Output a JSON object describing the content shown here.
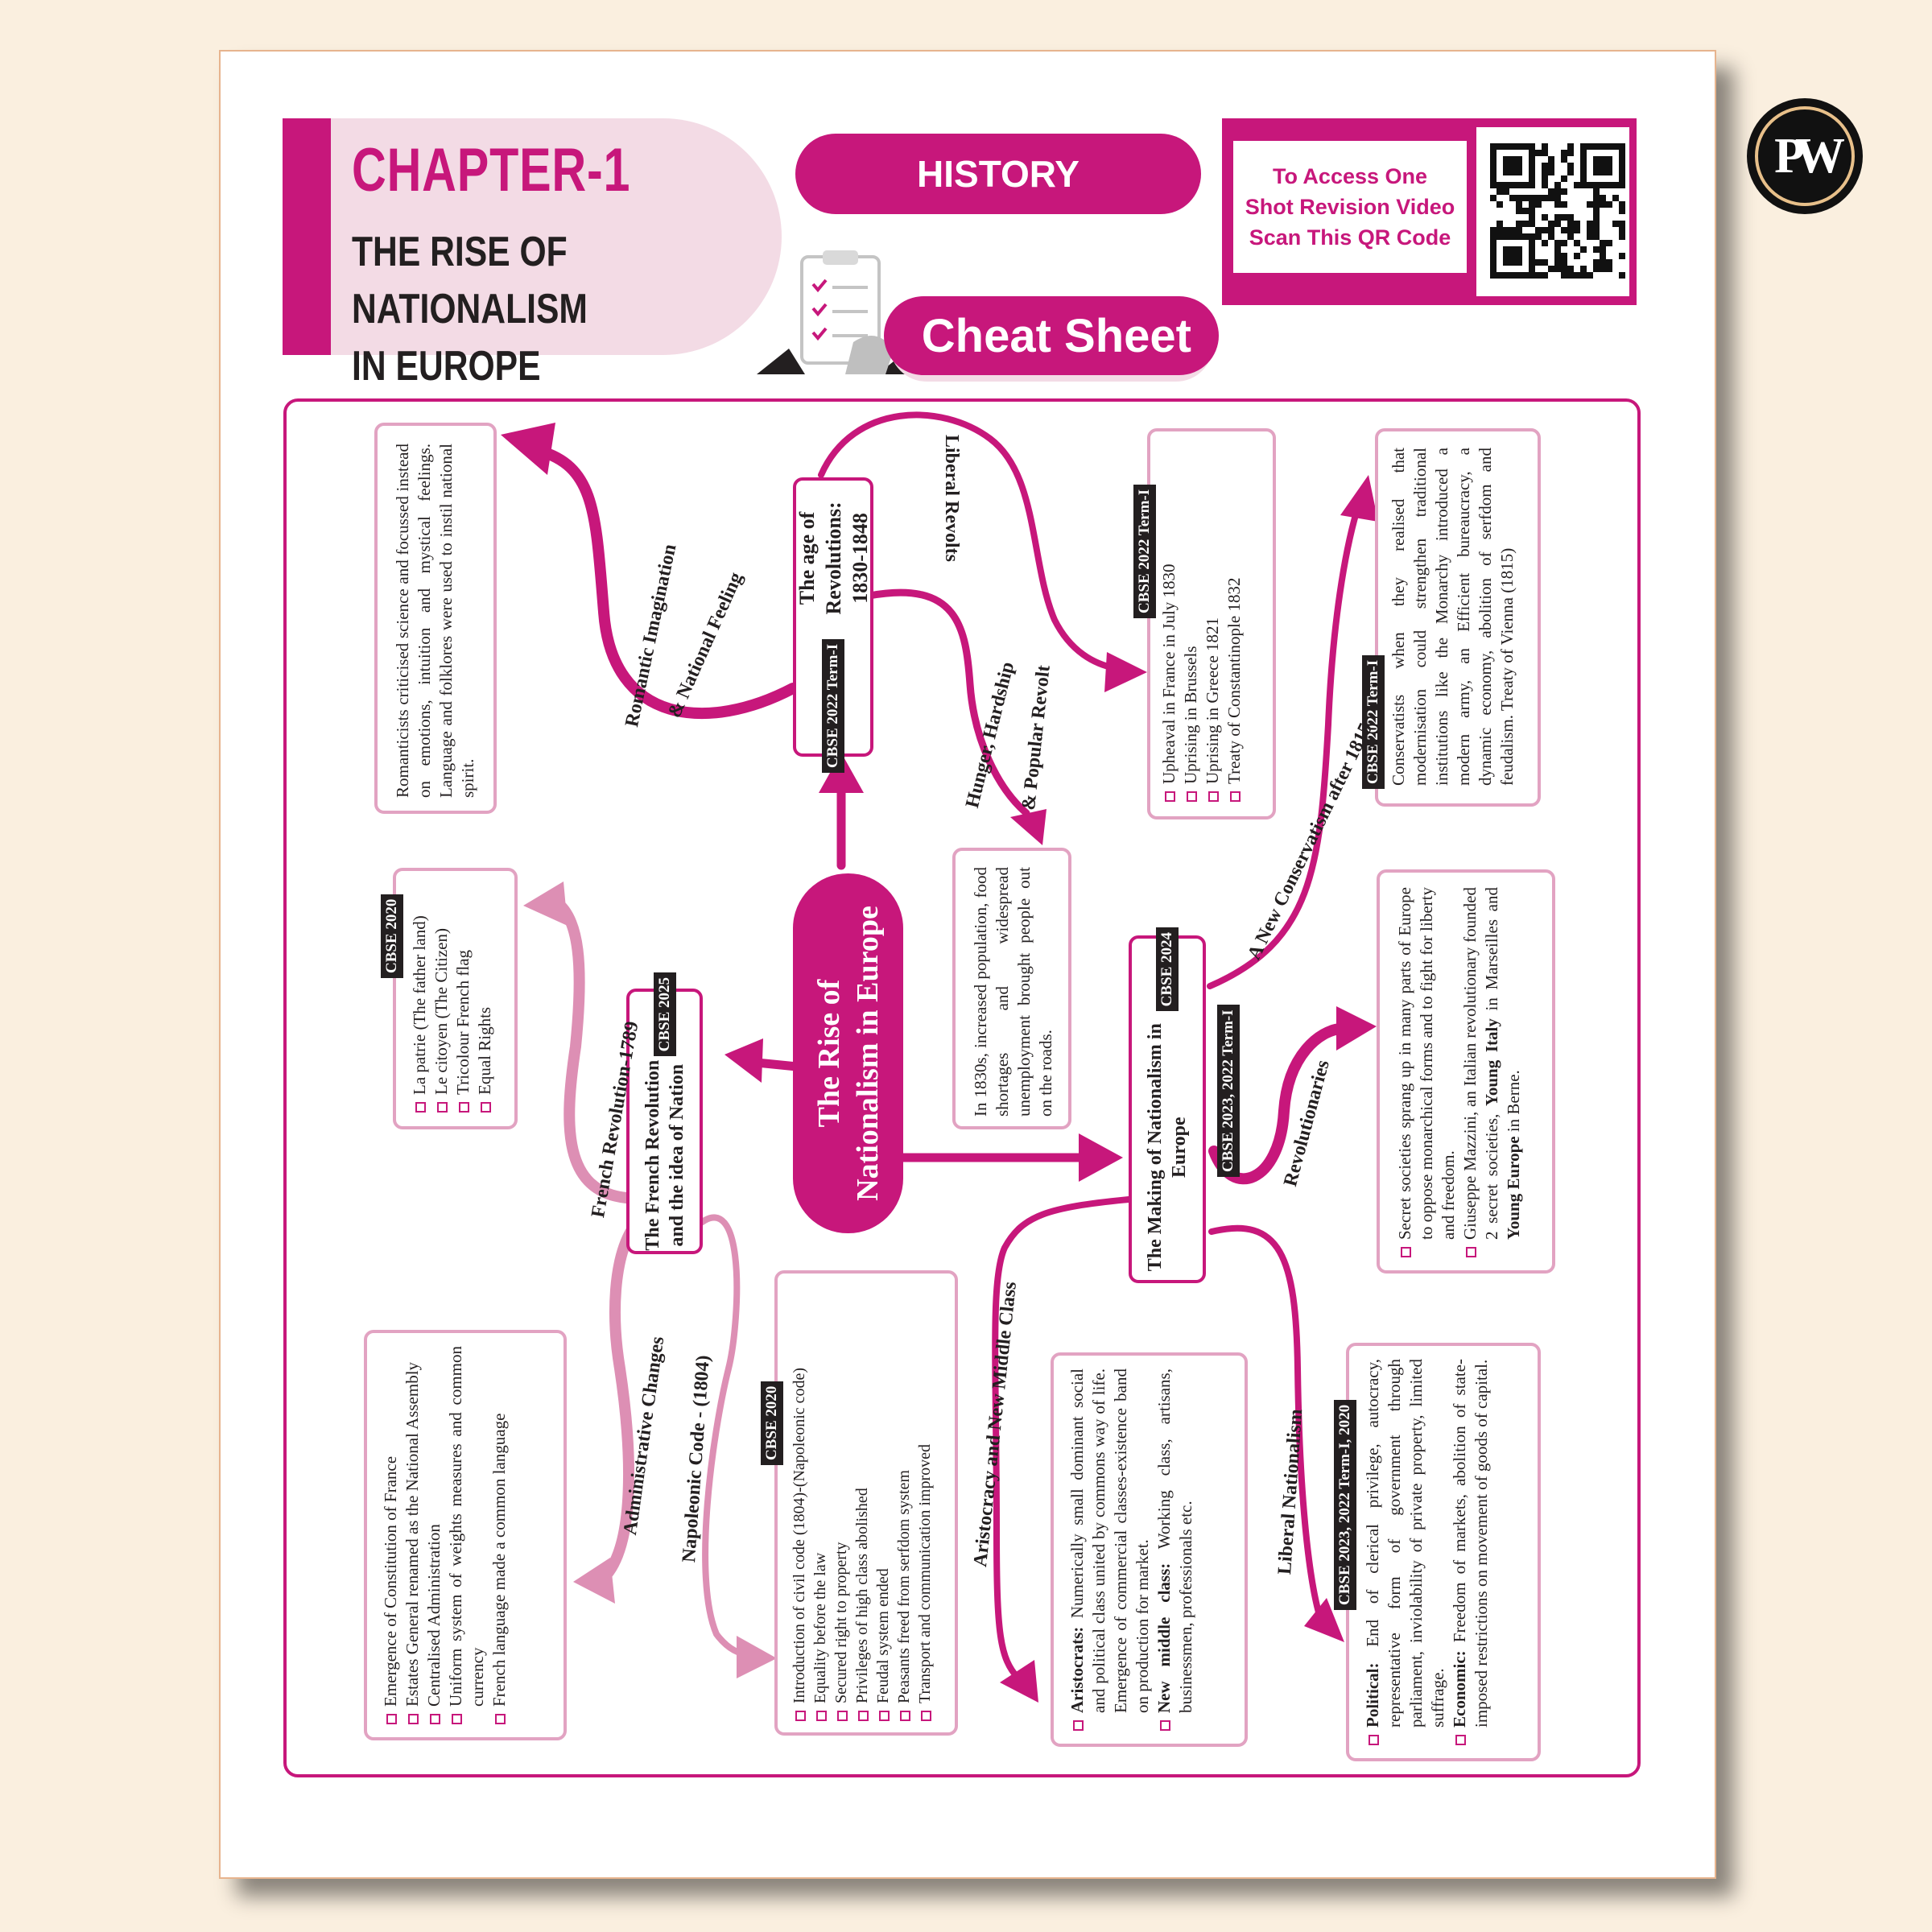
{
  "header": {
    "chapter": "CHAPTER-1",
    "chapter_title_line1": "THE RISE OF NATIONALISM",
    "chapter_title_line2": "IN EUROPE",
    "subject": "HISTORY",
    "cheat_sheet": "Cheat Sheet",
    "qr_text": [
      "To Access One",
      "Shot Revision Video",
      "Scan This QR Code"
    ],
    "logo": "PW",
    "brand_color": "#c7177b",
    "light_color": "#f3dbe5"
  },
  "center": {
    "title_line1": "The Rise of",
    "title_line2": "Nationalism in Europe"
  },
  "age": {
    "tag": "CBSE 2022 Term-I",
    "title_line1": "The age of Revolutions:",
    "title_line2": "1830-1848"
  },
  "french": {
    "tag": "CBSE 2025",
    "title_line1": "The French Revolution",
    "title_line2": "and the idea of Nation"
  },
  "making": {
    "tag": "CBSE 2024",
    "title_line1": "The Making of Nationalism in",
    "title_line2": "Europe"
  },
  "romantic": {
    "text": "Romanticists criticised science and focussed instead on emotions, intuition and mystical feelings. Language and folklores were used to instil national spirit."
  },
  "liberal_revolts": {
    "tag": "CBSE 2022 Term-I",
    "items": [
      "Upheaval in France in July 1830",
      "Uprising in Brussels",
      "Uprising in Greece 1821",
      "Treaty of Constantinople 1832"
    ]
  },
  "conservatism": {
    "tag": "CBSE 2022 Term-I",
    "text": "Conservatists when they realised that modernisation could strengthen traditional institutions like the Monarchy introduced a modern army, an Efficient bureaucracy, a dynamic economy, abolition of serfdom and feudalism. Treaty of Vienna (1815)"
  },
  "hunger": {
    "text": "In 1830s, increased population, food shortages and widespread unemployment brought people out on the roads."
  },
  "patrie": {
    "tag": "CBSE 2020",
    "items": [
      "La patrie (The father land)",
      "Le citoyen (The Citizen)",
      "Tricolour French flag",
      "Equal Rights"
    ]
  },
  "revolutionaries": {
    "item1": "Secret societies sprang up in many parts of Europe to oppose monarchical forms and to fight for liberty and freedom.",
    "item2_a": "Giuseppe Mazzini, an Italian revolutionary founded 2 secret societies, ",
    "item2_b": "Young Italy",
    "item2_c": " in Marseilles and ",
    "item2_d": "Young Europe",
    "item2_e": " in Berne."
  },
  "admin": {
    "items": [
      "Emergence of Constitution of France",
      "Estates General renamed as the National Assembly",
      "Centralised Administration",
      "Uniform system of weights measures and common currency",
      "French language made a common language"
    ]
  },
  "napoleon": {
    "tag": "CBSE 2020",
    "items": [
      "Introduction of civil code (1804)-(Napoleonic code)",
      "Equality before the law",
      "Secured right to property",
      "Privileges of high class abolished",
      "Feudal system ended",
      "Peasants freed from serfdom system",
      "Transport and communication improved"
    ]
  },
  "aristocracy": {
    "a_label": "Aristocrats:",
    "a_text": " Numerically small dominant social and political class united by commons way of life. Emergence of commercial classes-existence band on production for market.",
    "b_label": "New middle class:",
    "b_text": " Working class, artisans, businessmen, professionals etc."
  },
  "liberal_nat": {
    "tag": "CBSE 2023, 2022 Term-I, 2020",
    "a_label": "Political:",
    "a_text": " End of clerical privilege, autocracy, representative form of government through parliament, inviolability of private property, limited suffrage.",
    "b_label": "Economic:",
    "b_text": " Freedom of markets, abolition of state-imposed restrictions on movement of goods of capital."
  },
  "labels": {
    "romantic": "Romantic Imagination",
    "national": "& National Feeling",
    "liberal_revolts": "Liberal Revolts",
    "hunger": "Hunger, Hardship",
    "popular": "& Popular Revolt",
    "conservatism": "A New Conservatism after 1815",
    "french_rev": "French Revolution-1789",
    "revolutionaries": "Revolutionaries",
    "revolutionaries_tag": "CBSE 2023, 2022 Term-I",
    "admin": "Administrative Changes",
    "napoleonic": "Napoleonic Code - (1804)",
    "aristocracy": "Aristocracy and New Middle Class",
    "liberal_nat": "Liberal Nationalism"
  }
}
